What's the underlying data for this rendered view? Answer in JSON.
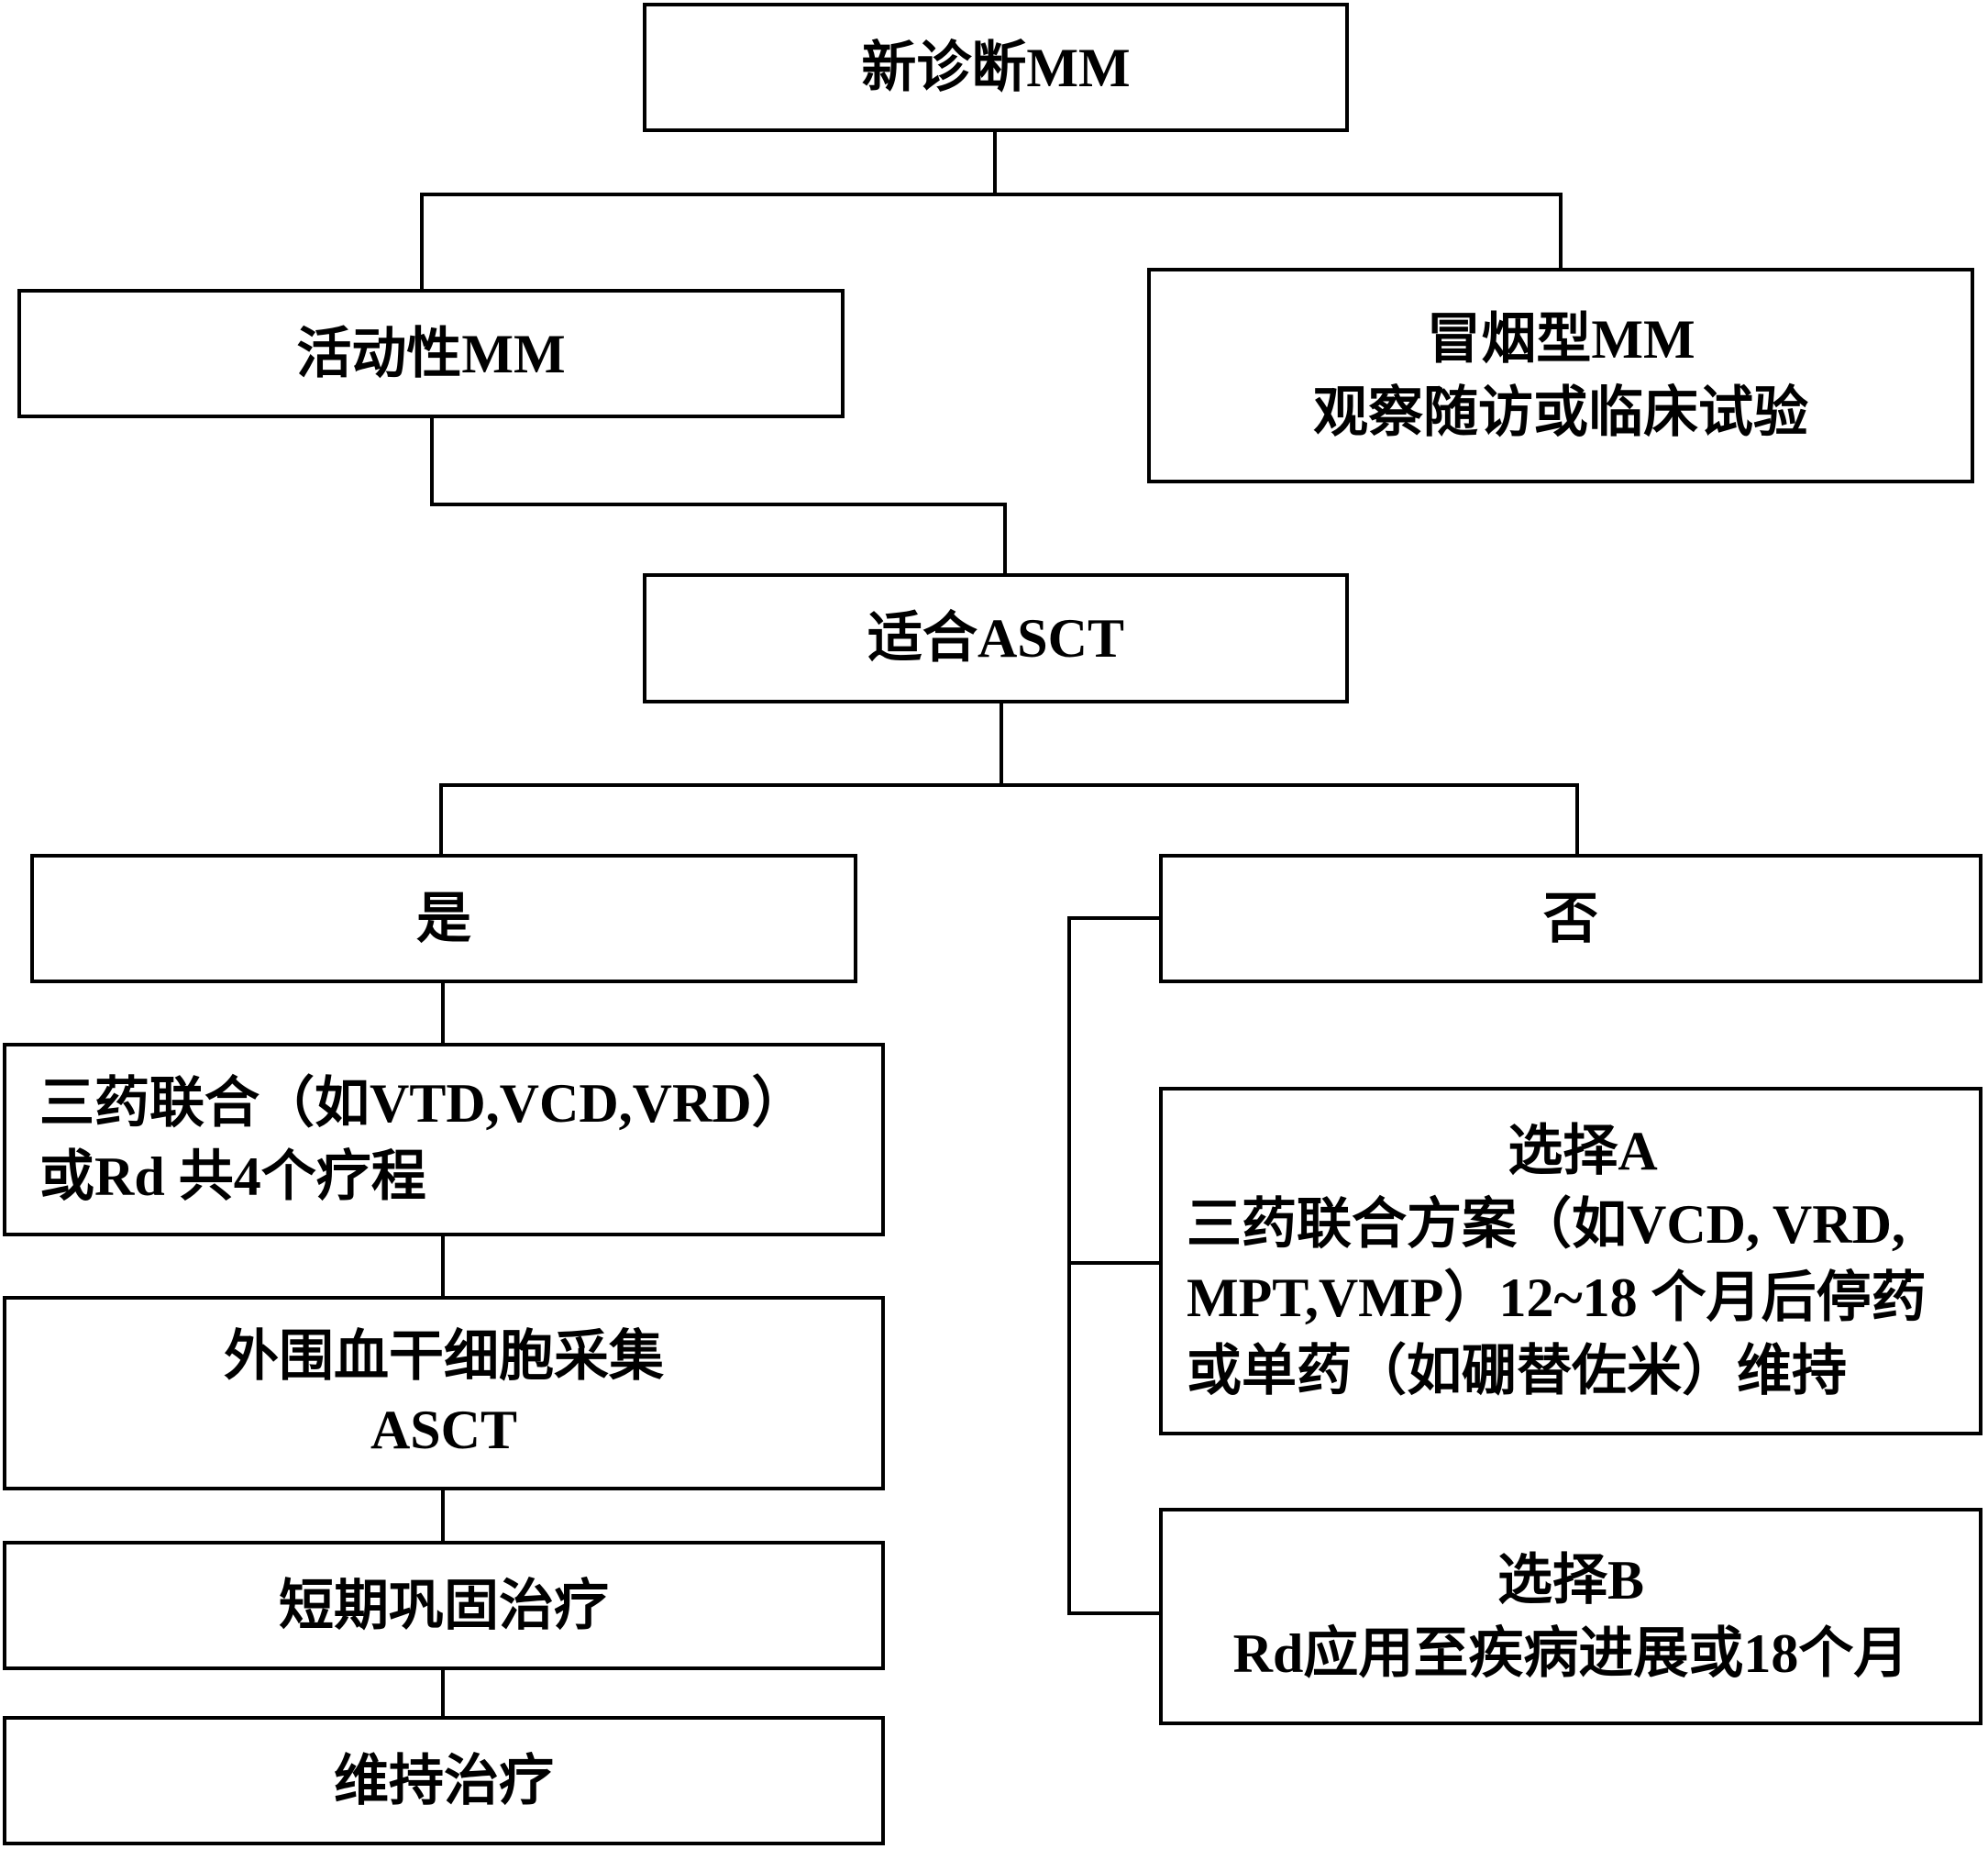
{
  "nodes": {
    "new_diagnosis": "新诊断MM",
    "active_mm": "活动性MM",
    "smoldering_mm": {
      "line1": "冒烟型MM",
      "line2": "观察随访或临床试验"
    },
    "asct_eligible": "适合ASCT",
    "yes": "是",
    "no": "否",
    "induction": {
      "line1": "三药联合（如VTD,VCD,VRD）",
      "line2": "或Rd 共4个疗程"
    },
    "stem_cell": {
      "line1": "外围血干细胞采集",
      "line2": "ASCT"
    },
    "consolidation": "短期巩固治疗",
    "maintenance": "维持治疗",
    "option_a": {
      "title": "选择A",
      "lines": [
        "三药联合方案（如VCD, VRD,",
        "MPT,VMP）12~18 个月后停药",
        "或单药（如硼替佐米）维持"
      ]
    },
    "option_b": {
      "title": "选择B",
      "line": "Rd应用至疾病进展或18个月"
    }
  }
}
